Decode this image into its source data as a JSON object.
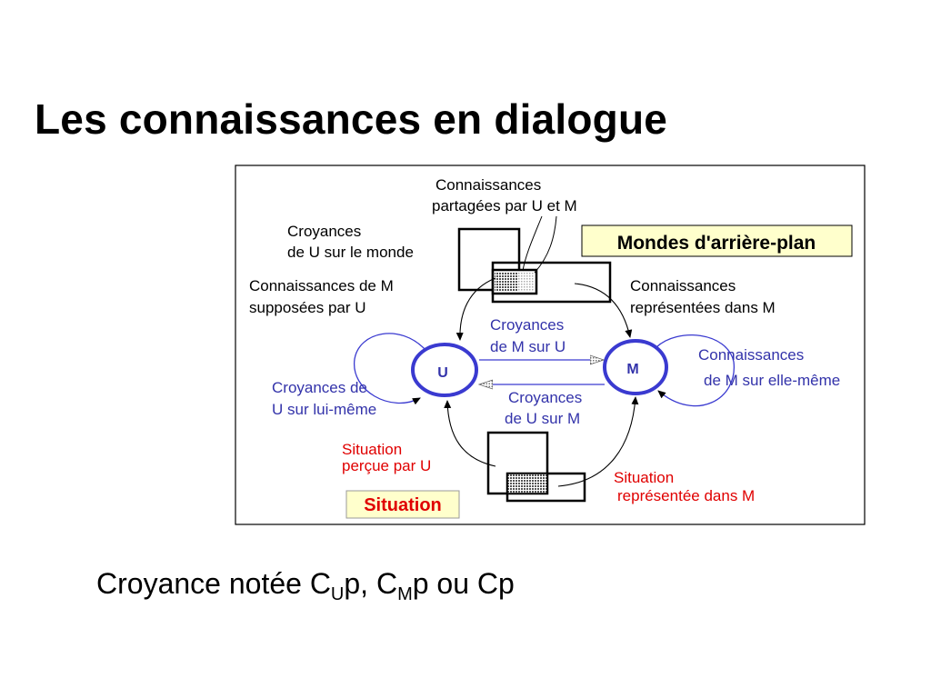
{
  "slide": {
    "title": "Les connaissances en dialogue",
    "caption": {
      "part1": "Croyance notée C",
      "sub1": "U",
      "part2": "p, C",
      "sub2": "M",
      "part3": "p ou Cp"
    }
  },
  "diagram": {
    "nodes": {
      "u": "U",
      "m": "M"
    },
    "labels": {
      "shared_knowledge": [
        "Connaissances",
        "partagées par U et M"
      ],
      "u_beliefs_world": [
        "Croyances",
        "de U sur le monde"
      ],
      "background_worlds": "Mondes d'arrière-plan",
      "m_knowledge_supposed_by_u": [
        "Connaissances de M",
        "supposées par U"
      ],
      "knowledge_represented_in_m": [
        "Connaissances",
        "représentées dans M"
      ],
      "m_beliefs_about_u": [
        "Croyances",
        "de M sur U"
      ],
      "m_knowledge_about_itself": [
        "Connaissances",
        "de M sur elle-même"
      ],
      "u_beliefs_about_itself": [
        "Croyances de",
        "U sur lui-même"
      ],
      "u_beliefs_about_m": [
        "Croyances",
        "de U sur M"
      ],
      "situation_perceived_by_u": [
        "Situation",
        "perçue par U"
      ],
      "situation": "Situation",
      "situation_represented_in_m": [
        "Situation",
        "représentée dans M"
      ]
    },
    "colors": {
      "black_text": "#000000",
      "blue_text": "#3333aa",
      "red_text": "#e00000",
      "node_stroke": "#3a3ad0",
      "label_box_fill": "#ffffcc",
      "stipple": "#666666"
    }
  }
}
